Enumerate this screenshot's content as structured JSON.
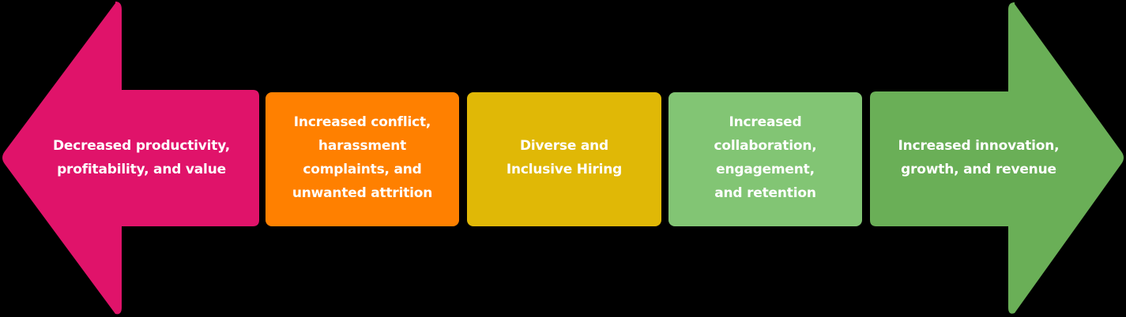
{
  "diagram": {
    "left_arrow": {
      "label": "Decreased productivity,\nprofitability, and value",
      "color": "#E0136A"
    },
    "boxes": [
      {
        "label": "Increased conflict,\nharassment\ncomplaints, and\nunwanted attrition",
        "color": "#FF8000"
      },
      {
        "label": "Diverse and\nInclusive Hiring",
        "color": "#E0B806"
      },
      {
        "label": "Increased\ncollaboration,\nengagement,\nand retention",
        "color": "#82C574"
      }
    ],
    "right_arrow": {
      "label": "Increased innovation,\ngrowth, and revenue",
      "color": "#6AAF57"
    }
  }
}
